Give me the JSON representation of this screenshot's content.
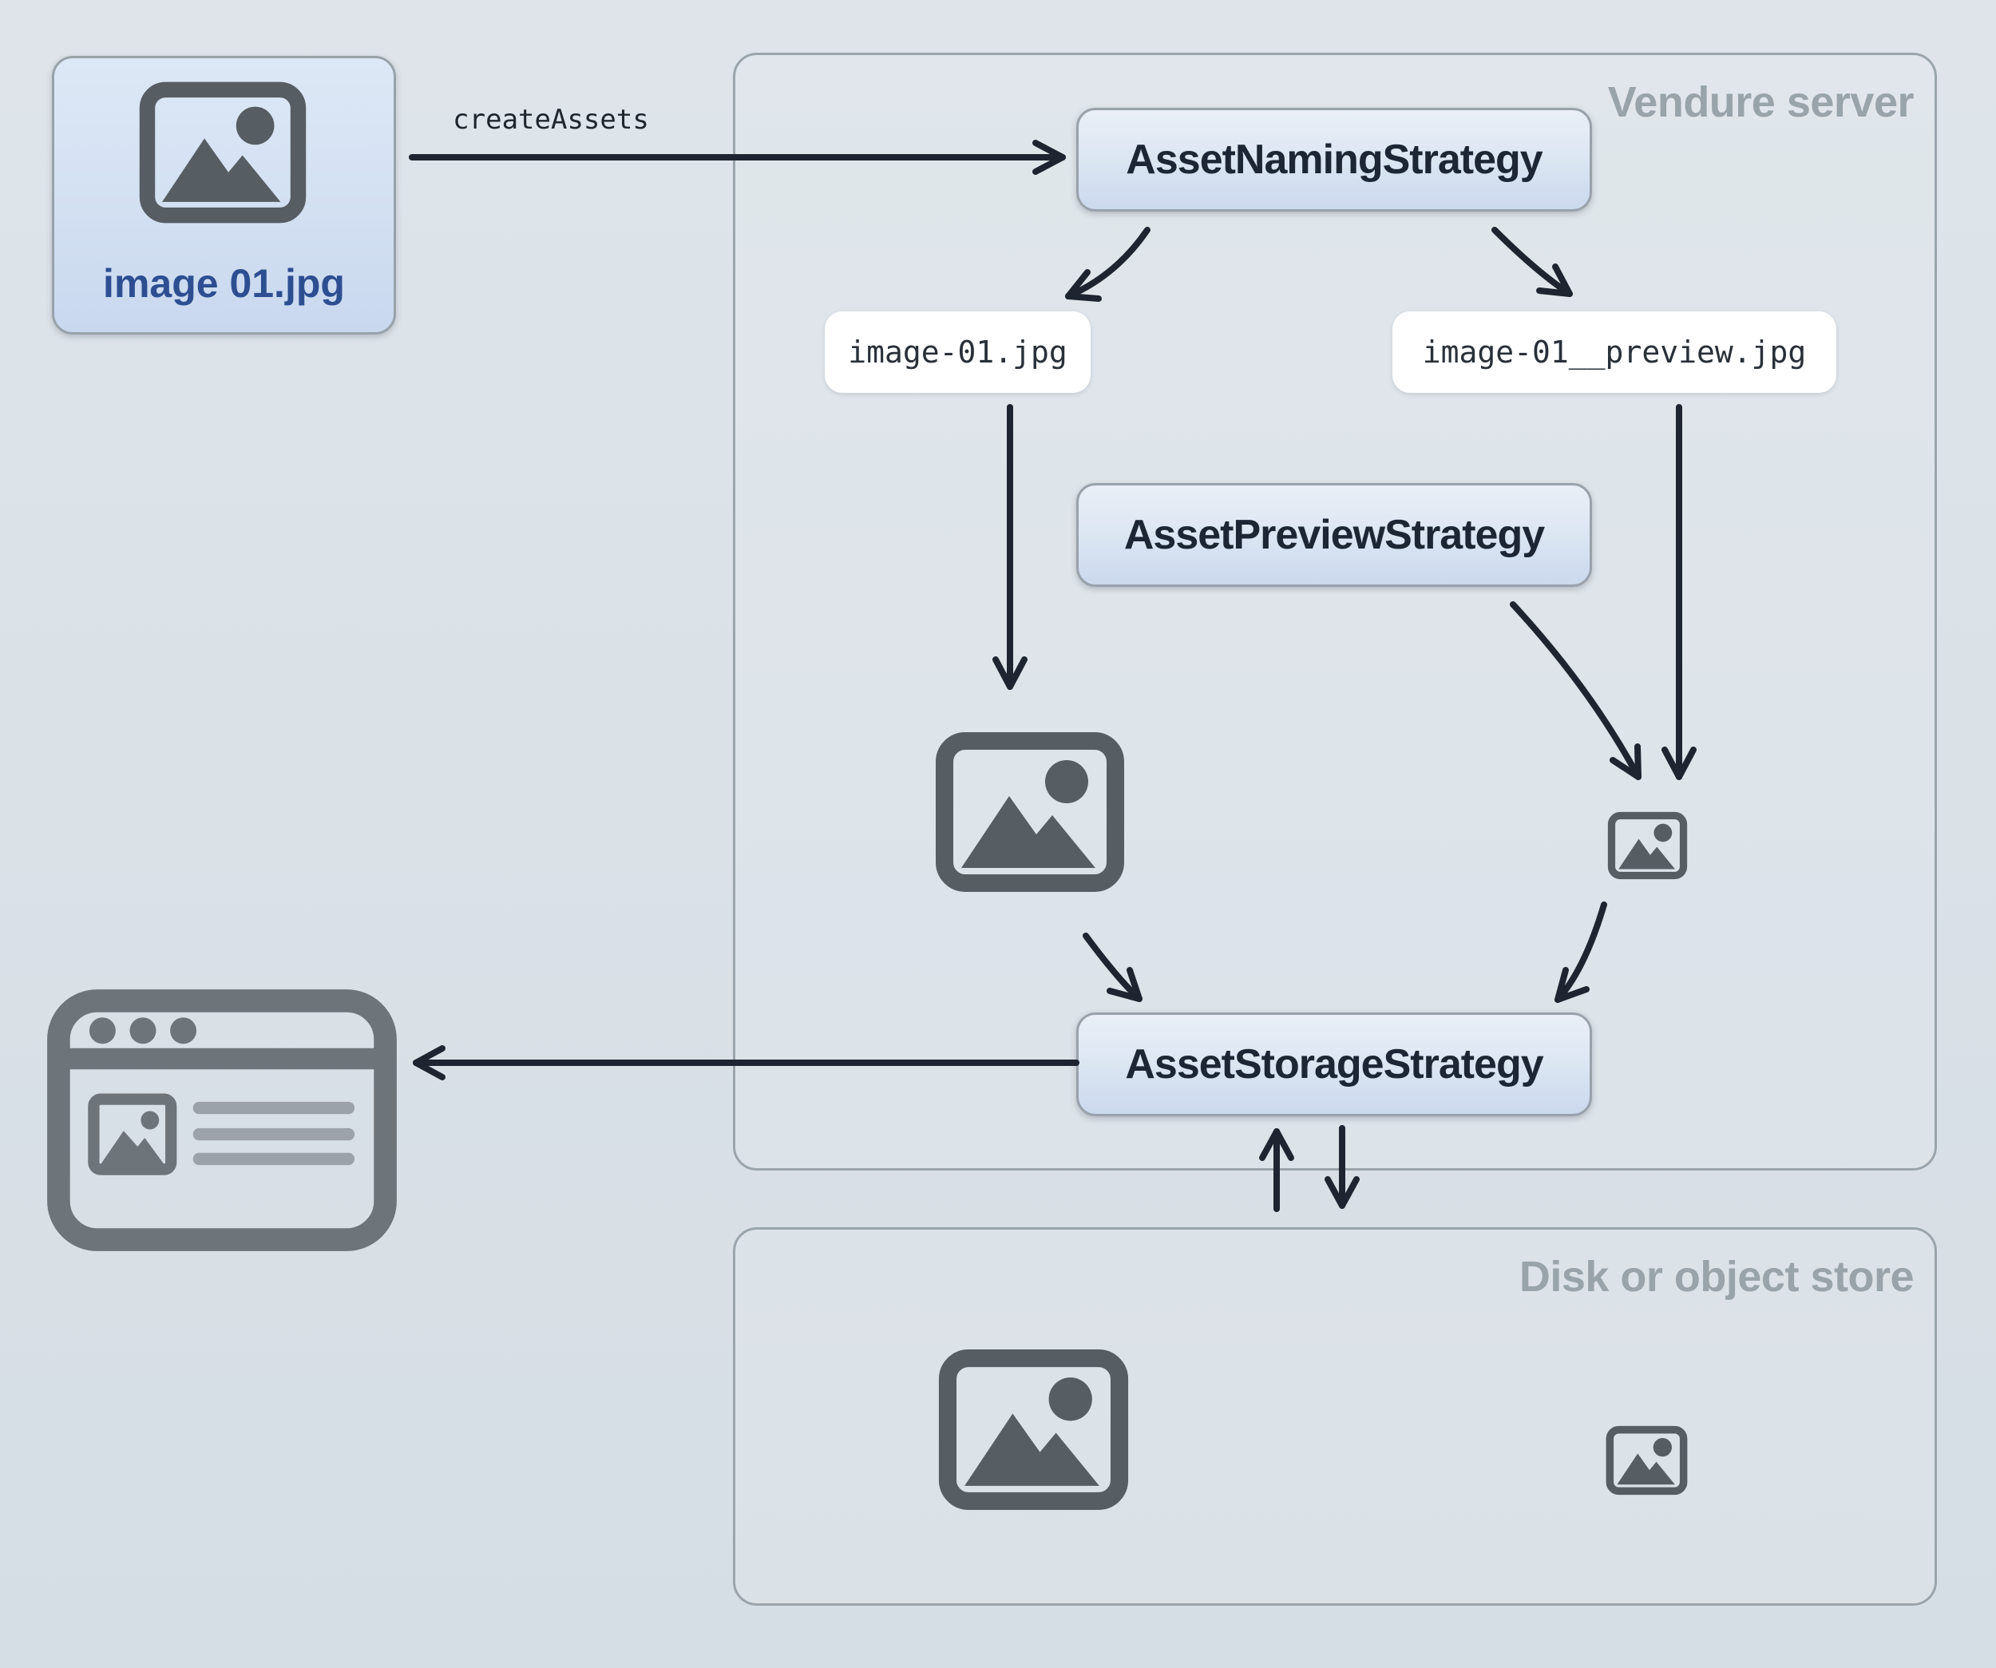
{
  "diagram": {
    "source_file": {
      "label": "image 01.jpg"
    },
    "edge_create_assets": {
      "label": "createAssets"
    },
    "server_container": {
      "label": "Vendure server"
    },
    "store_container": {
      "label": "Disk or object store"
    },
    "naming_box": {
      "label": "AssetNamingStrategy"
    },
    "preview_box": {
      "label": "AssetPreviewStrategy"
    },
    "storage_box": {
      "label": "AssetStorageStrategy"
    },
    "file_pill_source": {
      "label": "image-01.jpg"
    },
    "file_pill_preview": {
      "label": "image-01__preview.jpg"
    },
    "icons": {
      "source": "image-icon",
      "server_full_size": "image-icon",
      "server_preview": "image-icon-small",
      "storefront": "browser-window-icon",
      "stored_full_size": "image-icon",
      "stored_preview": "image-icon-small"
    },
    "colors": {
      "background": "#dbe3e9",
      "container_border": "#9aa4ab",
      "container_label": "#99a3aa",
      "box_fill_top": "#eaeff7",
      "box_fill_bottom": "#cbd9ee",
      "box_border": "#99a2ab",
      "box_text": "#1d2634",
      "file_box_text": "#2d4f92",
      "pill_fill": "#ffffff",
      "pill_text": "#2a3037",
      "arrow": "#1f2530",
      "icon_dark": "#565d63",
      "icon_browser": "#6d747a"
    }
  }
}
